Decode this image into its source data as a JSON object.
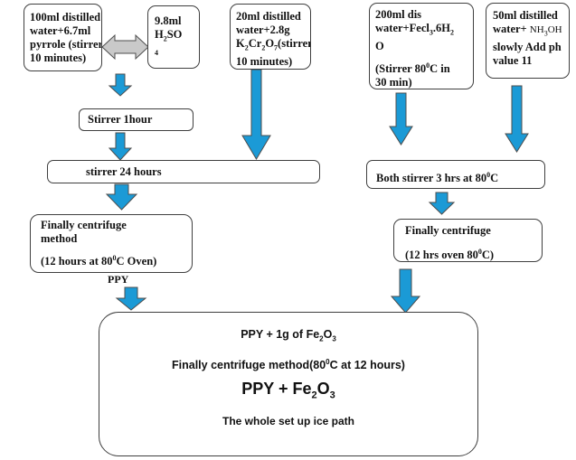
{
  "colors": {
    "arrow_fill": "#1b9ad6",
    "arrow_stroke": "#4d4d4d",
    "double_arrow": "#c9c9c9",
    "border": "#3f3f3f"
  },
  "boxes": {
    "pyrrole": {
      "l1": "100ml distilled",
      "l2": "water+6.7ml",
      "l3": "pyrrole (stirrer",
      "l4": "10 minutes)"
    },
    "h2so4": {
      "l1": "9.8ml",
      "l2a": "H",
      "l2sub": "2",
      "l2b": "SO",
      "l3": "4"
    },
    "dichromate": {
      "l1": "20ml distilled",
      "l2": "water+2.8g",
      "l3a": "K",
      "l3s1": "2",
      "l3b": "Cr",
      "l3s2": "2",
      "l3c": "O",
      "l3s3": "7",
      "l3d": "(stirrer",
      "l4": "10 minutes)"
    },
    "fecl3": {
      "l1": "200ml dis",
      "l2a": "water+Fecl",
      "l2s1": "3",
      "l2b": ".6H",
      "l2s2": "2",
      "l3": "O",
      "l4": "(Stirrer 80",
      "l4sup": "0",
      "l4b": "C in",
      "l5": "30 min)"
    },
    "nh3oh": {
      "l1": "50ml distilled",
      "l2a": "water+ ",
      "l2b": "NH",
      "l2s": "3",
      "l2c": "OH",
      "l3": "slowly Add ph",
      "l4": "value 11"
    },
    "stir1": {
      "text": "Stirrer 1hour"
    },
    "stir24": {
      "text": "stirrer 24 hours"
    },
    "both_stir": {
      "a": "Both stirrer 3 hrs at 80",
      "sup": "0",
      "b": "C"
    },
    "cent_left": {
      "l1": "Finally centrifuge",
      "l2": "method",
      "l3a": "(12 hours at 80",
      "l3sup": "0",
      "l3b": "C Oven)"
    },
    "ppy_label": "PPY",
    "cent_right": {
      "l1": "Finally centrifuge",
      "l2a": "(12 hrs  oven 80",
      "l2sup": "0",
      "l2b": "C)"
    },
    "final": {
      "l1a": "PPY + 1g of Fe",
      "l1s1": "2",
      "l1b": "O",
      "l1s2": "3",
      "l2a": "Finally centrifuge method(80",
      "l2sup": "0",
      "l2b": "C at 12 hours)",
      "l3a": "PPY +  Fe",
      "l3s1": "2",
      "l3b": "O",
      "l3s2": "3",
      "l4": "The whole set up ice path"
    }
  }
}
